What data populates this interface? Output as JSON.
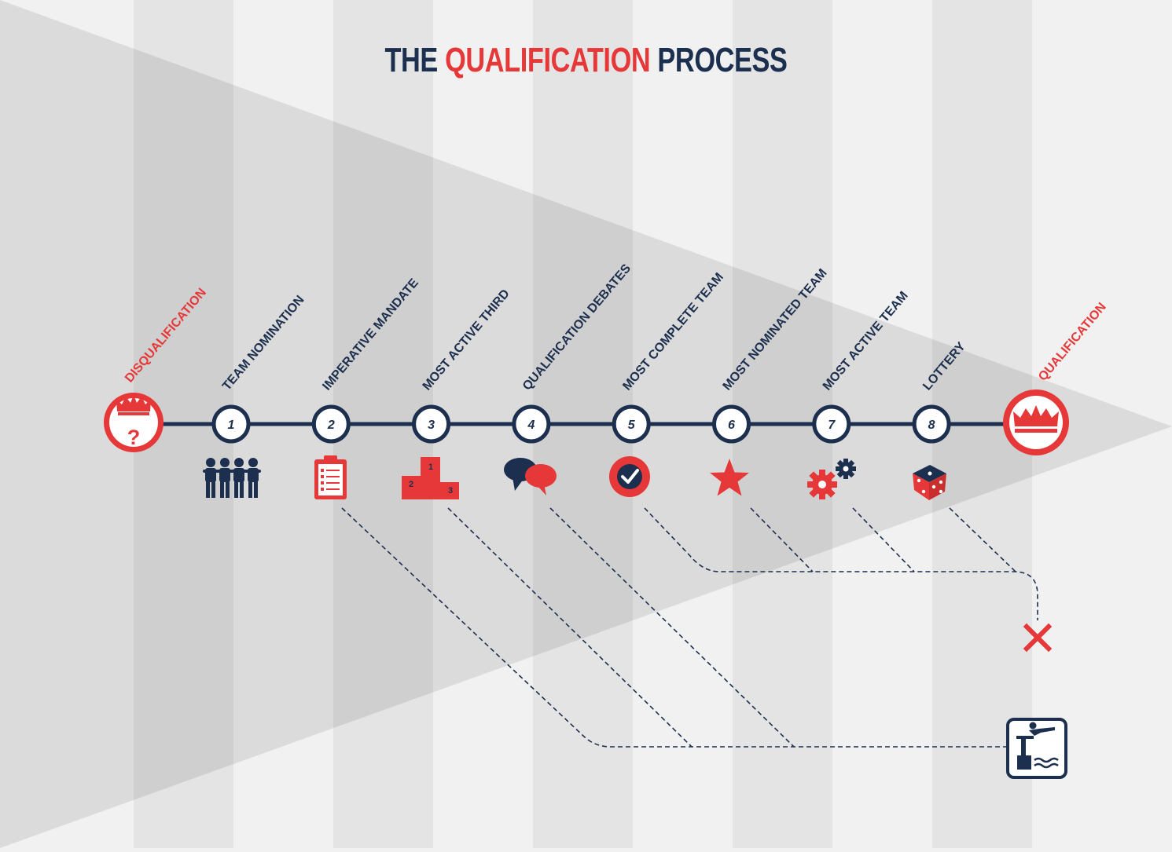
{
  "title": {
    "part1": "THE ",
    "part2": "QUALIFICATION",
    "part3": " PROCESS"
  },
  "colors": {
    "navy": "#1c2f4e",
    "red": "#e63838",
    "background": "#f1f1f1"
  },
  "start": {
    "label": "DISQUALIFICATION",
    "icon": "crown-question-icon"
  },
  "end": {
    "label": "QUALIFICATION",
    "icon": "crown-icon"
  },
  "steps": [
    {
      "number": "1",
      "label": "TEAM NOMINATION",
      "icon": "team-people-icon"
    },
    {
      "number": "2",
      "label": "IMPERATIVE MANDATE",
      "icon": "clipboard-checklist-icon"
    },
    {
      "number": "3",
      "label": "MOST ACTIVE THIRD",
      "icon": "podium-icon"
    },
    {
      "number": "4",
      "label": "QUALIFICATION DEBATES",
      "icon": "speech-bubbles-icon"
    },
    {
      "number": "5",
      "label": "MOST COMPLETE TEAM",
      "icon": "checkmark-circle-icon"
    },
    {
      "number": "6",
      "label": "MOST NOMINATED TEAM",
      "icon": "star-icon"
    },
    {
      "number": "7",
      "label": "MOST ACTIVE TEAM",
      "icon": "gears-icon"
    },
    {
      "number": "8",
      "label": "LOTTERY",
      "icon": "dice-icon"
    }
  ],
  "podium_labels": [
    "1",
    "2",
    "3"
  ],
  "outcomes": {
    "eliminated_icon": "red-x-icon",
    "dive_icon": "diving-board-icon"
  }
}
